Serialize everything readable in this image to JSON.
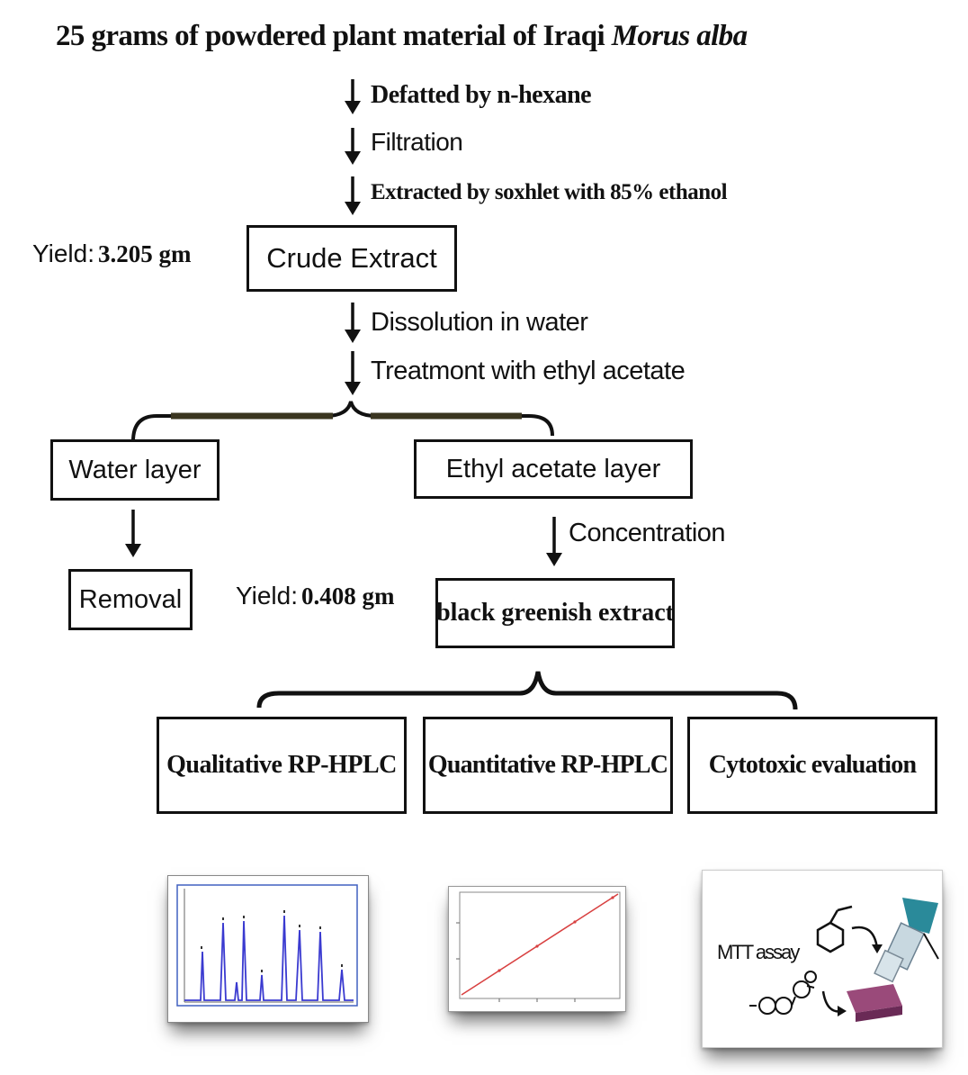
{
  "title": {
    "prefix": "25 grams of powdered plant material of Iraqi ",
    "species": "Morus alba"
  },
  "steps": {
    "defat": "Defatted by n-hexane",
    "filtration": "Filtration",
    "extraction": "Extracted by soxhlet with 85% ethanol",
    "dissolution": "Dissolution in water",
    "treatment": "Treatmont with ethyl acetate",
    "concentration": "Concentration"
  },
  "boxes": {
    "crude": "Crude Extract",
    "water_layer": "Water layer",
    "ethyl_layer": "Ethyl acetate layer",
    "removal": "Removal",
    "greenish": "black greenish extract",
    "qualitative": "Qualitative RP-HPLC",
    "quantitative": "Quantitative RP-HPLC",
    "cytotoxic": "Cytotoxic evaluation"
  },
  "yields": {
    "crude_label": "Yield:",
    "crude_value": "3.205 gm",
    "greenish_label": "Yield:",
    "greenish_value": "0.408 gm"
  },
  "images": {
    "mtt_label": "MTT assay"
  },
  "colors": {
    "chromatogram_line": "#3a3ad0",
    "calibration_line": "#d84040",
    "plate": "#9a4a7a",
    "pipette": "#2a8a9a",
    "brace_accent": "#3a3520"
  }
}
